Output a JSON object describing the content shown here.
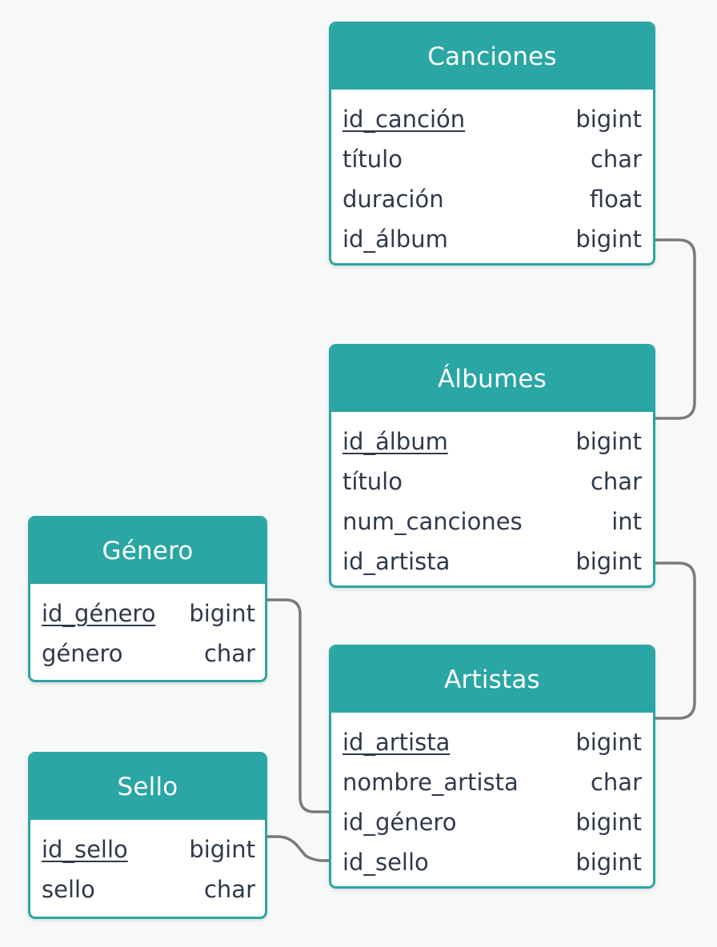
{
  "entities": {
    "canciones": {
      "title": "Canciones",
      "fields": [
        {
          "name": "id_canción",
          "type": "bigint",
          "pk": true
        },
        {
          "name": "título",
          "type": "char"
        },
        {
          "name": "duración",
          "type": "float"
        },
        {
          "name": "id_álbum",
          "type": "bigint"
        }
      ]
    },
    "albumes": {
      "title": "Álbumes",
      "fields": [
        {
          "name": "id_álbum",
          "type": "bigint",
          "pk": true
        },
        {
          "name": "título",
          "type": "char"
        },
        {
          "name": "num_canciones",
          "type": "int"
        },
        {
          "name": "id_artista",
          "type": "bigint"
        }
      ]
    },
    "artistas": {
      "title": "Artistas",
      "fields": [
        {
          "name": "id_artista",
          "type": "bigint",
          "pk": true
        },
        {
          "name": "nombre_artista",
          "type": "char"
        },
        {
          "name": "id_género",
          "type": "bigint"
        },
        {
          "name": "id_sello",
          "type": "bigint"
        }
      ]
    },
    "genero": {
      "title": "Género",
      "fields": [
        {
          "name": "id_género",
          "type": "bigint",
          "pk": true
        },
        {
          "name": "género",
          "type": "char"
        }
      ]
    },
    "sello": {
      "title": "Sello",
      "fields": [
        {
          "name": "id_sello",
          "type": "bigint",
          "pk": true
        },
        {
          "name": "sello",
          "type": "char"
        }
      ]
    }
  },
  "relationships": [
    {
      "from": "canciones.id_álbum",
      "to": "albumes.id_álbum"
    },
    {
      "from": "albumes.id_artista",
      "to": "artistas.id_artista"
    },
    {
      "from": "artistas.id_género",
      "to": "genero.id_género"
    },
    {
      "from": "artistas.id_sello",
      "to": "sello.id_sello"
    }
  ],
  "colors": {
    "header": "#2aa6a4",
    "border": "#2aa6a4",
    "text": "#2e3a4a",
    "connector": "#7a7a7a",
    "background": "#f7f8f8"
  }
}
